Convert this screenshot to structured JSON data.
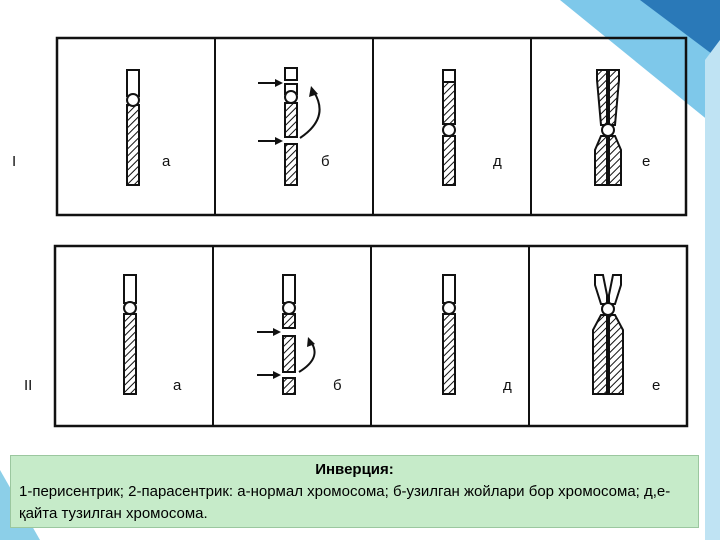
{
  "rows": [
    {
      "label": "I",
      "panels": [
        "а",
        "б",
        "д",
        "е"
      ]
    },
    {
      "label": "II",
      "panels": [
        "а",
        "б",
        "д",
        "е"
      ]
    }
  ],
  "caption": {
    "title": "Инверция:",
    "text": "1-перисентрик; 2-парасентрик: а-нормал хромосома; б-узилган жойлари бор хромосома; д,е- қайта тузилган хромосома."
  },
  "colors": {
    "caption_bg": "#c6ebc9",
    "accent_dark": "#1f6fb0",
    "accent_light": "#6cc3e8"
  }
}
